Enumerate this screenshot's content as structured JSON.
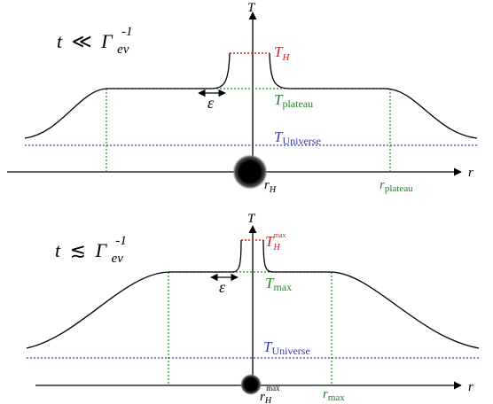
{
  "colors": {
    "curve": "#000000",
    "hot": "#d62020",
    "plateau": "#1f8a1f",
    "universe": "#3a3ab0",
    "hole": "#000000"
  },
  "panels": [
    {
      "condition": {
        "lhs": "t",
        "rel": "≪",
        "rhs": "Γ",
        "sub": "ev",
        "sup": "-1"
      },
      "axis_y_label": "T",
      "axis_x_label": "r",
      "t_hot": {
        "base": "T",
        "sub": "H",
        "sup": ""
      },
      "t_plateau": {
        "base": "T",
        "sub": "plateau"
      },
      "t_universe": {
        "base": "T",
        "sub": "Universe"
      },
      "epsilon": "ε",
      "r_hole": {
        "base": "r",
        "sub": "H",
        "sup": ""
      },
      "r_edge": {
        "base": "r",
        "sub": "plateau"
      }
    },
    {
      "condition": {
        "lhs": "t",
        "rel": "≲",
        "rhs": "Γ",
        "sub": "ev",
        "sup": "-1"
      },
      "axis_y_label": "T",
      "axis_x_label": "r",
      "t_hot": {
        "base": "T",
        "sub": "H",
        "sup": "max"
      },
      "t_plateau": {
        "base": "T",
        "sub": "max"
      },
      "t_universe": {
        "base": "T",
        "sub": "Universe"
      },
      "epsilon": "ε",
      "r_hole": {
        "base": "r",
        "sub": "H",
        "sup": "max"
      },
      "r_edge": {
        "base": "r",
        "sub": "max"
      }
    }
  ]
}
